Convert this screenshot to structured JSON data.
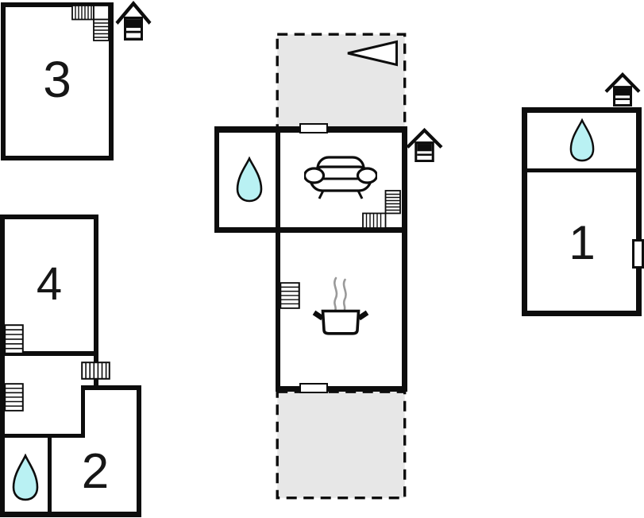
{
  "colors": {
    "wall": "#0d0d0d",
    "water_fill": "#b9f1f3",
    "terrace_fill": "#e7e7e7",
    "steam": "#9a9a9a"
  },
  "rooms": {
    "room1": {
      "label": "1"
    },
    "room2": {
      "label": "2"
    },
    "room3": {
      "label": "3"
    },
    "room4": {
      "label": "4"
    }
  },
  "icons": {
    "house": "house-icon",
    "stairs": "stairs-icon",
    "radiator": "radiator-icon",
    "sofa": "sofa-icon",
    "cooking_pot": "cooking-pot-icon",
    "water_drop": "water-drop-icon",
    "north_arrow": "north-arrow-icon",
    "door": "door-opening"
  }
}
